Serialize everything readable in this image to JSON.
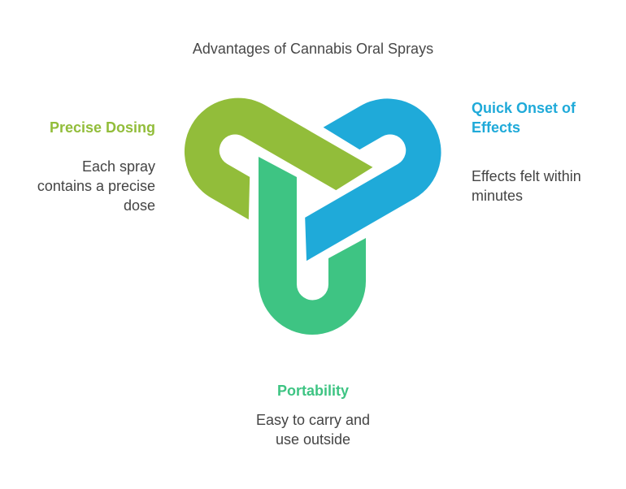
{
  "title": "Advantages of Cannabis Oral Sprays",
  "items": [
    {
      "heading": "Precise Dosing",
      "lines": [
        "Each spray",
        "contains a precise",
        "dose"
      ],
      "color": "#92BD3A"
    },
    {
      "heading_lines": [
        "Quick Onset of",
        "Effects"
      ],
      "lines": [
        "Effects felt within",
        "minutes"
      ],
      "color": "#1FAAD9"
    },
    {
      "heading": "Portability",
      "lines": [
        "Easy to carry and",
        "use outside"
      ],
      "color": "#3EC483"
    }
  ]
}
